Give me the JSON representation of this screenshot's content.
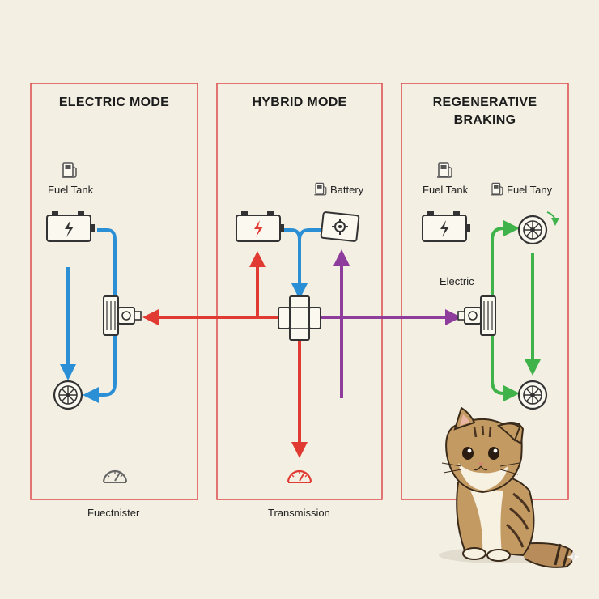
{
  "panels": [
    {
      "title": "ELECTRIC MODE"
    },
    {
      "title": "HYBRID MODE"
    },
    {
      "title": "REGENERATIVE BRAKING"
    }
  ],
  "labels": {
    "electric_fuel_tank": "Fuel Tank",
    "hybrid_battery": "Battery",
    "regen_fuel_tank": "Fuel Tank",
    "regen_fuel_tany": "Fuel Tany",
    "regen_electric": "Electric"
  },
  "captions": {
    "left": "Fuectnister",
    "center": "Transmission"
  },
  "colors": {
    "panel_border": "#d94040",
    "electric_flow": "#2b8fd6",
    "engine_flow": "#e03a32",
    "combined_flow": "#8e3d9c",
    "regen_flow": "#3fb24a",
    "background": "#f3efe3"
  },
  "icons": [
    "fuel-pump-icon",
    "battery-icon",
    "motor-icon",
    "wheel-icon",
    "gauge-icon",
    "engine-control-icon",
    "transmission-icon",
    "cat-illustration"
  ]
}
